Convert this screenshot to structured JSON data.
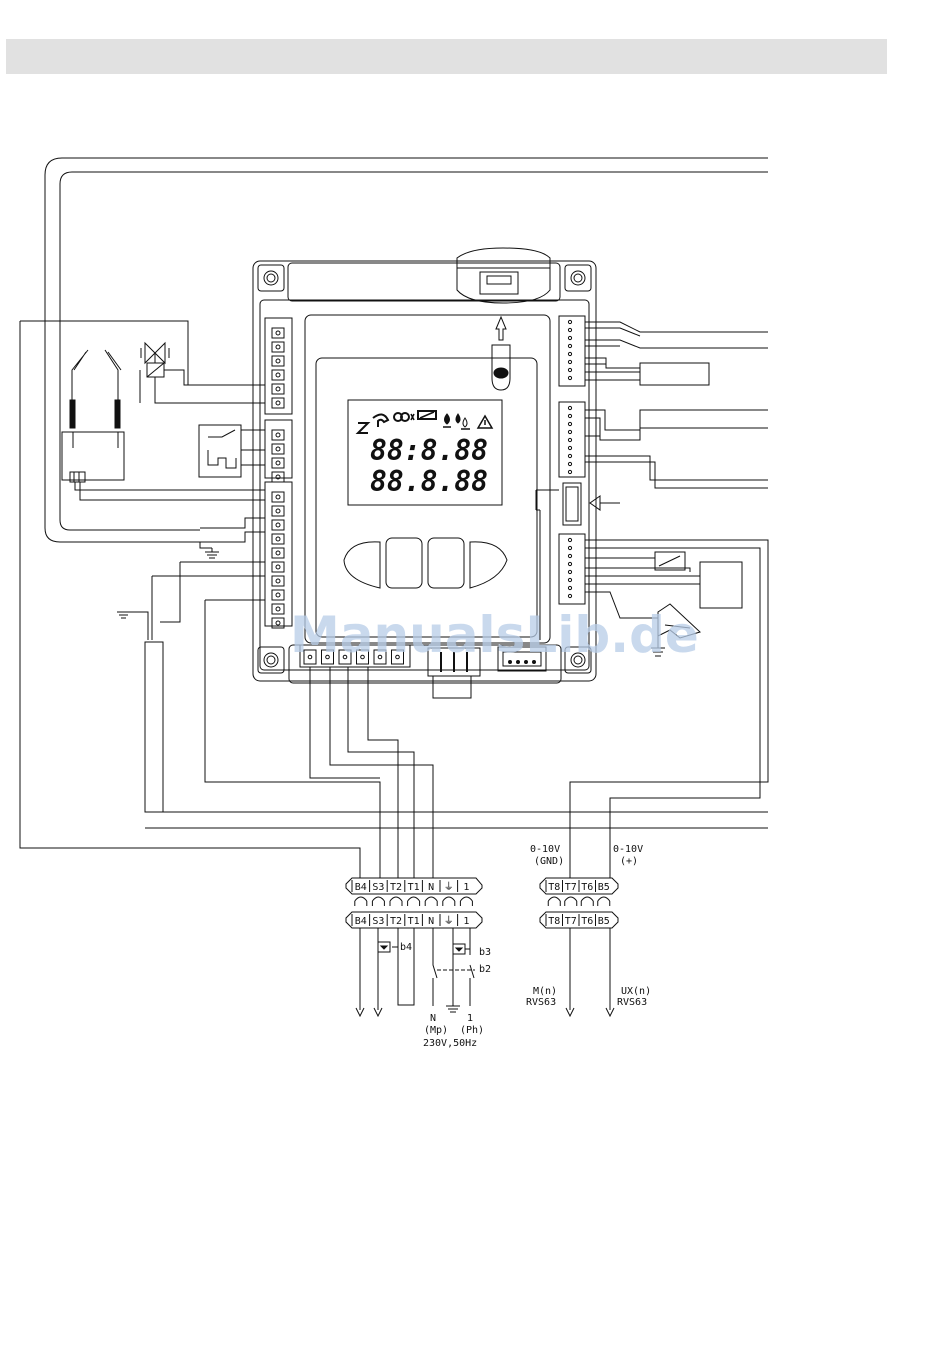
{
  "display": {
    "line1": "88:8.88",
    "line2": "88.8.88"
  },
  "watermark": "ManualsLib.de",
  "terminal_block_left": [
    "B4",
    "S3",
    "T2",
    "T1",
    "N",
    "⏚",
    "1"
  ],
  "terminal_block_right": [
    "T8",
    "T7",
    "T6",
    "B5"
  ],
  "analog": {
    "gnd_label": [
      "0-10V",
      "(GND)"
    ],
    "plus_label": [
      "0-10V",
      "(+)"
    ]
  },
  "switch_labels": {
    "b4": "b4",
    "b3": "b3",
    "b2": "b2"
  },
  "mains": {
    "n_label": "N",
    "n_sub": "(Mp)",
    "ph_label": "1",
    "ph_sub": "(Ph)",
    "supply": "230V,50Hz"
  },
  "outputs": {
    "m_label": "M(n)",
    "m_sub": "RVS63",
    "ux_label": "UX(n)",
    "ux_sub": "RVS63"
  },
  "colors": {
    "line": "#111111",
    "header": "#e1e1e1",
    "watermark": "#b8cde8"
  }
}
